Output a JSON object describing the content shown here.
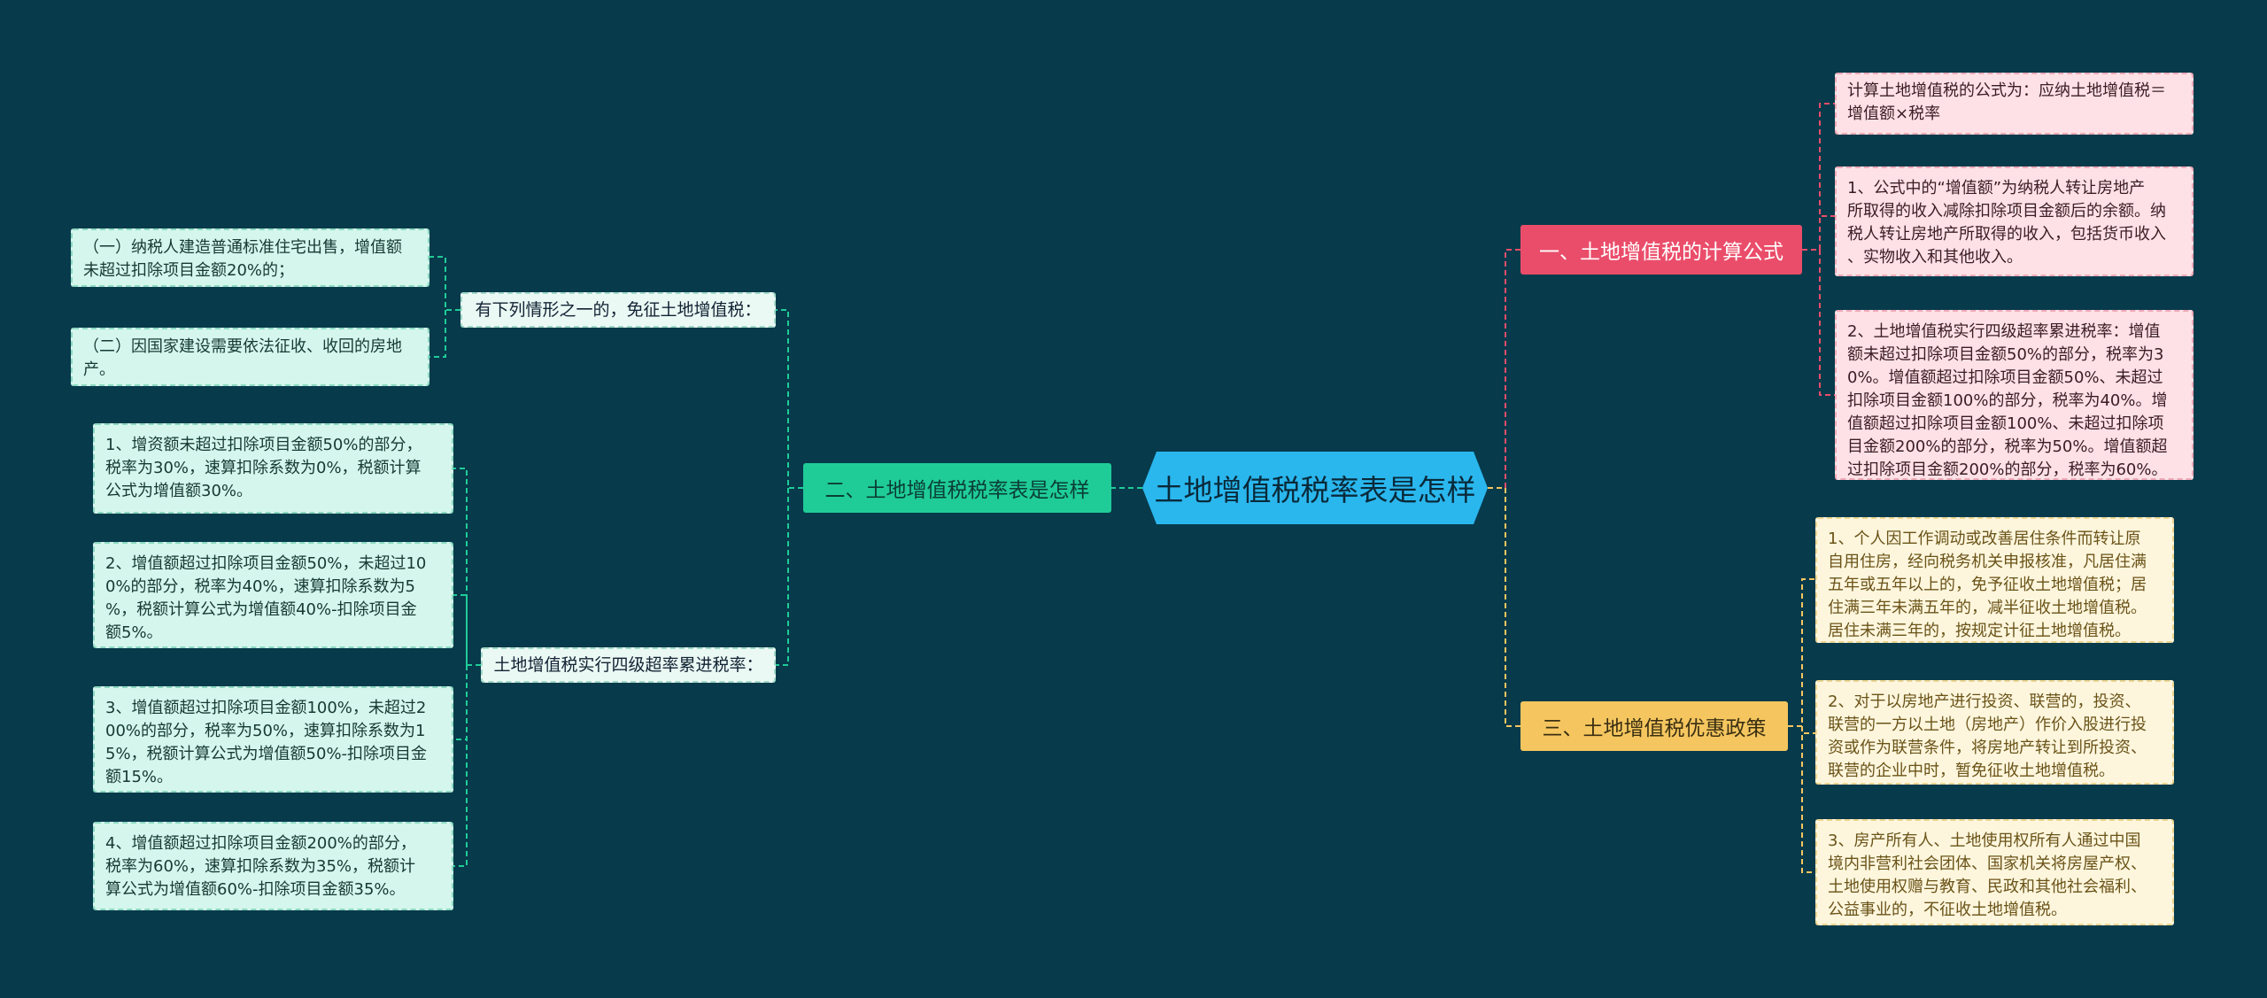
{
  "root": {
    "label": "土地增值税税率表是怎样"
  },
  "left_branch": {
    "label": "二、土地增值税税率表是怎样",
    "groups": [
      {
        "label": "有下列情形之一的，免征土地增值税：",
        "items": [
          "（一）纳税人建造普通标准住宅出售，增值额\n未超过扣除项目金额20%的；",
          "（二）因国家建设需要依法征收、收回的房地\n产。"
        ]
      },
      {
        "label": "土地增值税实行四级超率累进税率：",
        "items": [
          "1、增资额未超过扣除项目金额50%的部分，\n税率为30%，速算扣除系数为0%，税额计算\n公式为增值额30%。",
          "2、增值额超过扣除项目金额50%，未超过10\n0%的部分，税率为40%，速算扣除系数为5\n%，税额计算公式为增值额40%-扣除项目金\n额5%。",
          "3、增值额超过扣除项目金额100%，未超过2\n00%的部分，税率为50%，速算扣除系数为1\n5%，税额计算公式为增值额50%-扣除项目金\n额15%。",
          "4、增值额超过扣除项目金额200%的部分，\n税率为60%，速算扣除系数为35%，税额计\n算公式为增值额60%-扣除项目金额35%。"
        ]
      }
    ]
  },
  "right_branches": [
    {
      "label": "一、土地增值税的计算公式",
      "items": [
        "计算土地增值税的公式为：应纳土地增值税＝\n增值额×税率",
        "1、公式中的“增值额”为纳税人转让房地产\n所取得的收入减除扣除项目金额后的余额。纳\n税人转让房地产所取得的收入，包括货币收入\n、实物收入和其他收入。",
        "2、土地增值税实行四级超率累进税率：增值\n额未超过扣除项目金额50%的部分，税率为3\n0%。增值额超过扣除项目金额50%、未超过\n扣除项目金额100%的部分，税率为40%。增\n值额超过扣除项目金额100%、未超过扣除项\n目金额200%的部分，税率为50%。增值额超\n过扣除项目金额200%的部分，税率为60%。"
      ]
    },
    {
      "label": "三、土地增值税优惠政策",
      "items": [
        "1、个人因工作调动或改善居住条件而转让原\n自用住房，经向税务机关申报核准，凡居住满\n五年或五年以上的，免予征收土地增值税；居\n住满三年未满五年的，减半征收土地增值税。\n居住未满三年的，按规定计征土地增值税。",
        "2、对于以房地产进行投资、联营的，投资、\n联营的一方以土地（房地产）作价入股进行投\n资或作为联营条件，将房地产转让到所投资、\n联营的企业中时，暂免征收土地增值税。",
        "3、房产所有人、土地使用权所有人通过中国\n境内非营利社会团体、国家机关将房屋产权、\n土地使用权赠与教育、民政和其他社会福利、\n公益事业的，不征收土地增值税。"
      ]
    }
  ],
  "colors": {
    "background": "#073a4b",
    "root": "#2ab7ee",
    "left_branch": "#1fcc97",
    "right_branch_1": "#ea4d6a",
    "right_branch_2": "#f5c65f"
  }
}
